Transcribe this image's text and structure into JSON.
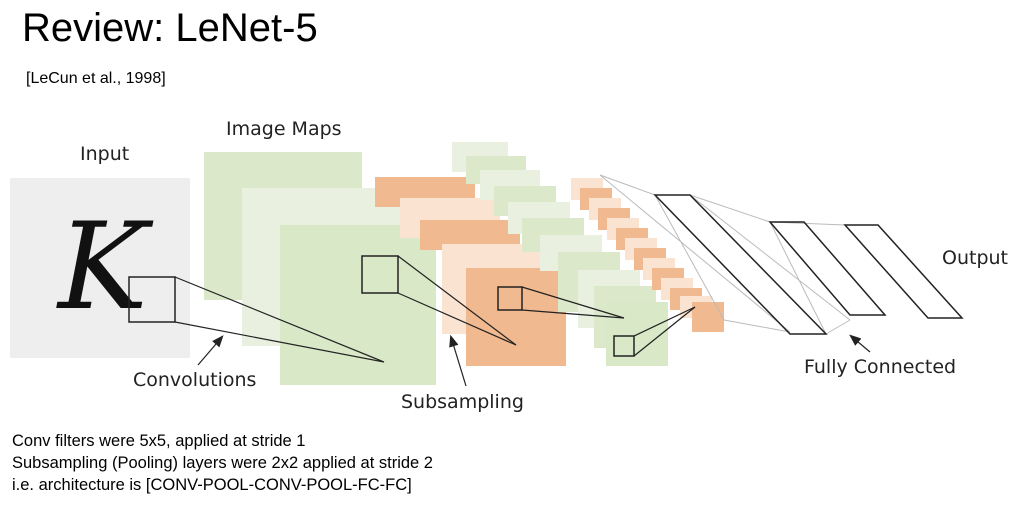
{
  "slide": {
    "title": "Review: LeNet-5",
    "citation": "[LeCun et al., 1998]"
  },
  "diagram": {
    "labels": {
      "input": "Input",
      "input_glyph": "K",
      "image_maps": "Image Maps",
      "convolutions": "Convolutions",
      "subsampling": "Subsampling",
      "fully_connected": "Fully Connected",
      "output": "Output"
    },
    "colors": {
      "input_bg": "#eeeeee",
      "conv_map": "#dbe8c9",
      "conv_map_light": "#eaf0e0",
      "pool_map": "#f1b98f",
      "pool_map_light": "#fbe3d2"
    }
  },
  "notes": [
    "Conv filters were 5x5, applied at stride 1",
    "Subsampling (Pooling) layers were 2x2 applied at stride 2",
    "i.e. architecture is [CONV-POOL-CONV-POOL-FC-FC]"
  ]
}
